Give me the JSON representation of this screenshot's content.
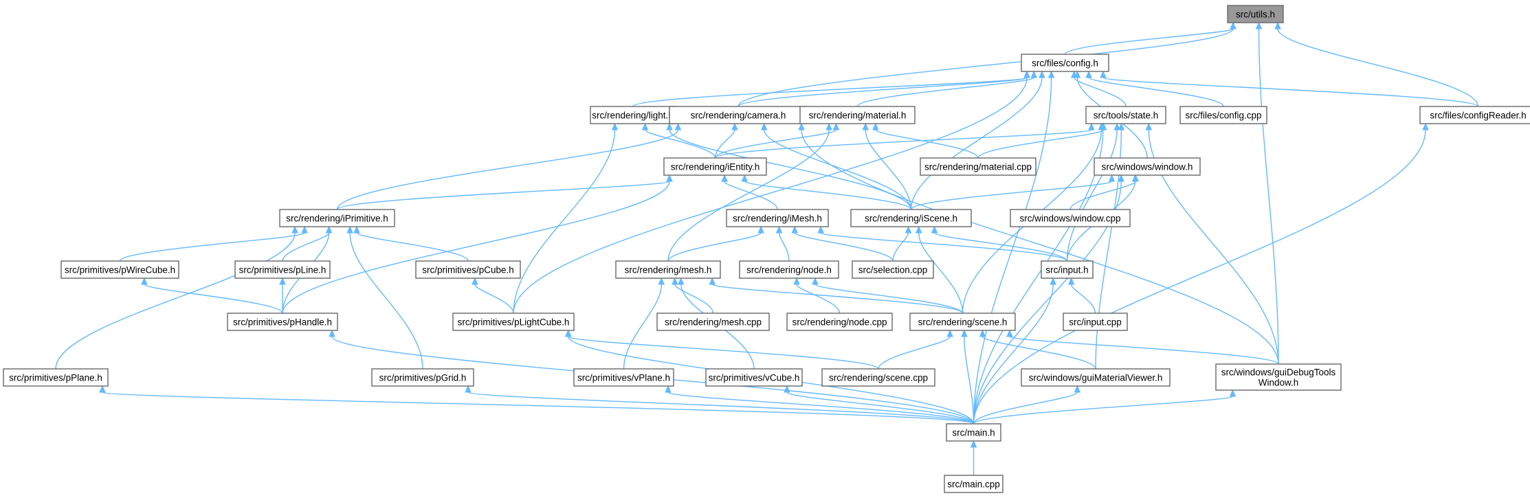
{
  "colors": {
    "edge": "#63b8ff",
    "node_border": "#666666",
    "root_fill": "#999999",
    "node_fill": "#ffffff"
  },
  "nodes": [
    {
      "id": "utils",
      "label": [
        "src/utils.h"
      ],
      "root": true
    },
    {
      "id": "config",
      "label": [
        "src/files/config.h"
      ]
    },
    {
      "id": "light",
      "label": [
        "src/rendering/light.h"
      ]
    },
    {
      "id": "camera",
      "label": [
        "src/rendering/camera.h"
      ]
    },
    {
      "id": "material",
      "label": [
        "src/rendering/material.h"
      ]
    },
    {
      "id": "state",
      "label": [
        "src/tools/state.h"
      ]
    },
    {
      "id": "configcpp",
      "label": [
        "src/files/config.cpp"
      ]
    },
    {
      "id": "configReader",
      "label": [
        "src/files/configReader.h"
      ]
    },
    {
      "id": "iEntity",
      "label": [
        "src/rendering/iEntity.h"
      ]
    },
    {
      "id": "materialcpp",
      "label": [
        "src/rendering/material.cpp"
      ]
    },
    {
      "id": "window",
      "label": [
        "src/windows/window.h"
      ]
    },
    {
      "id": "iPrimitive",
      "label": [
        "src/rendering/iPrimitive.h"
      ]
    },
    {
      "id": "iMesh",
      "label": [
        "src/rendering/iMesh.h"
      ]
    },
    {
      "id": "iScene",
      "label": [
        "src/rendering/iScene.h"
      ]
    },
    {
      "id": "windowcpp",
      "label": [
        "src/windows/window.cpp"
      ]
    },
    {
      "id": "pWireCube",
      "label": [
        "src/primitives/pWireCube.h"
      ]
    },
    {
      "id": "pLine",
      "label": [
        "src/primitives/pLine.h"
      ]
    },
    {
      "id": "pCube",
      "label": [
        "src/primitives/pCube.h"
      ]
    },
    {
      "id": "mesh",
      "label": [
        "src/rendering/mesh.h"
      ]
    },
    {
      "id": "node",
      "label": [
        "src/rendering/node.h"
      ]
    },
    {
      "id": "selection",
      "label": [
        "src/selection.cpp"
      ]
    },
    {
      "id": "input",
      "label": [
        "src/input.h"
      ]
    },
    {
      "id": "pHandle",
      "label": [
        "src/primitives/pHandle.h"
      ]
    },
    {
      "id": "pLightCube",
      "label": [
        "src/primitives/pLightCube.h"
      ]
    },
    {
      "id": "meshcpp",
      "label": [
        "src/rendering/mesh.cpp"
      ]
    },
    {
      "id": "nodecpp",
      "label": [
        "src/rendering/node.cpp"
      ]
    },
    {
      "id": "scene",
      "label": [
        "src/rendering/scene.h"
      ]
    },
    {
      "id": "inputcpp",
      "label": [
        "src/input.cpp"
      ]
    },
    {
      "id": "pPlane",
      "label": [
        "src/primitives/pPlane.h"
      ]
    },
    {
      "id": "pGrid",
      "label": [
        "src/primitives/pGrid.h"
      ]
    },
    {
      "id": "vPlane",
      "label": [
        "src/primitives/vPlane.h"
      ]
    },
    {
      "id": "vCube",
      "label": [
        "src/primitives/vCube.h"
      ]
    },
    {
      "id": "scenecpp",
      "label": [
        "src/rendering/scene.cpp"
      ]
    },
    {
      "id": "guiMat",
      "label": [
        "src/windows/guiMaterialViewer.h"
      ]
    },
    {
      "id": "guiDebug",
      "label": [
        "src/windows/guiDebugTools",
        "Window.h"
      ]
    },
    {
      "id": "main",
      "label": [
        "src/main.h"
      ]
    },
    {
      "id": "maincpp",
      "label": [
        "src/main.cpp"
      ]
    }
  ],
  "edges": [
    [
      "config",
      "utils"
    ],
    [
      "camera",
      "utils"
    ],
    [
      "configReader",
      "utils"
    ],
    [
      "guiDebug",
      "utils"
    ],
    [
      "light",
      "config"
    ],
    [
      "camera",
      "config"
    ],
    [
      "material",
      "config"
    ],
    [
      "state",
      "config"
    ],
    [
      "configcpp",
      "config"
    ],
    [
      "configReader",
      "config"
    ],
    [
      "window",
      "config"
    ],
    [
      "iScene",
      "config"
    ],
    [
      "pLightCube",
      "config"
    ],
    [
      "main",
      "config"
    ],
    [
      "iEntity",
      "light"
    ],
    [
      "iScene",
      "light"
    ],
    [
      "pLightCube",
      "light"
    ],
    [
      "iEntity",
      "camera"
    ],
    [
      "iPrimitive",
      "camera"
    ],
    [
      "iScene",
      "camera"
    ],
    [
      "guiDebug",
      "camera"
    ],
    [
      "iEntity",
      "material"
    ],
    [
      "materialcpp",
      "material"
    ],
    [
      "iScene",
      "material"
    ],
    [
      "mesh",
      "material"
    ],
    [
      "iEntity",
      "state"
    ],
    [
      "materialcpp",
      "state"
    ],
    [
      "scene",
      "state"
    ],
    [
      "input",
      "state"
    ],
    [
      "guiMat",
      "state"
    ],
    [
      "guiDebug",
      "state"
    ],
    [
      "main",
      "state"
    ],
    [
      "iPrimitive",
      "iEntity"
    ],
    [
      "iMesh",
      "iEntity"
    ],
    [
      "iScene",
      "iEntity"
    ],
    [
      "pHandle",
      "iEntity"
    ],
    [
      "iScene",
      "window"
    ],
    [
      "windowcpp",
      "window"
    ],
    [
      "input",
      "window"
    ],
    [
      "main",
      "window"
    ],
    [
      "pWireCube",
      "iPrimitive"
    ],
    [
      "pLine",
      "iPrimitive"
    ],
    [
      "pCube",
      "iPrimitive"
    ],
    [
      "pHandle",
      "iPrimitive"
    ],
    [
      "pPlane",
      "iPrimitive"
    ],
    [
      "pGrid",
      "iPrimitive"
    ],
    [
      "mesh",
      "iMesh"
    ],
    [
      "node",
      "iMesh"
    ],
    [
      "selection",
      "iMesh"
    ],
    [
      "input",
      "iMesh"
    ],
    [
      "selection",
      "iScene"
    ],
    [
      "input",
      "iScene"
    ],
    [
      "scene",
      "iScene"
    ],
    [
      "pHandle",
      "pWireCube"
    ],
    [
      "pHandle",
      "pLine"
    ],
    [
      "pLightCube",
      "pCube"
    ],
    [
      "meshcpp",
      "mesh"
    ],
    [
      "scene",
      "mesh"
    ],
    [
      "vPlane",
      "mesh"
    ],
    [
      "vCube",
      "mesh"
    ],
    [
      "nodecpp",
      "node"
    ],
    [
      "scene",
      "node"
    ],
    [
      "main",
      "input"
    ],
    [
      "inputcpp",
      "input"
    ],
    [
      "main",
      "pHandle"
    ],
    [
      "scenecpp",
      "pLightCube"
    ],
    [
      "main",
      "pLightCube"
    ],
    [
      "scenecpp",
      "scene"
    ],
    [
      "guiMat",
      "scene"
    ],
    [
      "guiDebug",
      "scene"
    ],
    [
      "main",
      "scene"
    ],
    [
      "main",
      "pPlane"
    ],
    [
      "main",
      "pGrid"
    ],
    [
      "main",
      "vPlane"
    ],
    [
      "main",
      "vCube"
    ],
    [
      "main",
      "guiMat"
    ],
    [
      "main",
      "guiDebug"
    ],
    [
      "main",
      "configReader"
    ],
    [
      "maincpp",
      "main"
    ]
  ]
}
